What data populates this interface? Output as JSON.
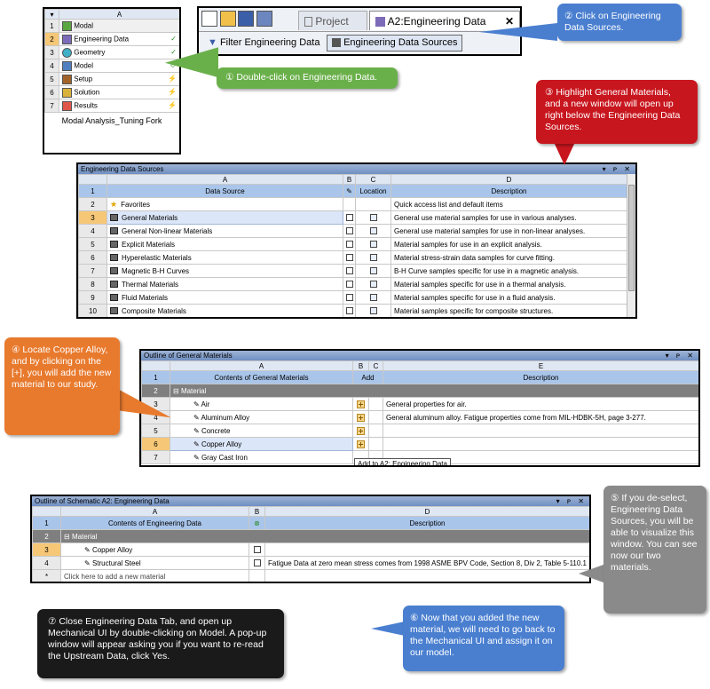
{
  "project_panel": {
    "col_header": "A",
    "rows": [
      {
        "num": "1",
        "label": "Modal",
        "status": ""
      },
      {
        "num": "2",
        "label": "Engineering Data",
        "status": "✓"
      },
      {
        "num": "3",
        "label": "Geometry",
        "status": "✓"
      },
      {
        "num": "4",
        "label": "Model",
        "status": "⟳"
      },
      {
        "num": "5",
        "label": "Setup",
        "status": "⚡"
      },
      {
        "num": "6",
        "label": "Solution",
        "status": "⚡"
      },
      {
        "num": "7",
        "label": "Results",
        "status": "⚡"
      }
    ],
    "caption": "Modal Analysis_Tuning Fork"
  },
  "toolbar": {
    "tab_project": "Project",
    "tab_active": "A2:Engineering Data",
    "close": "✕",
    "filter_label": "Filter Engineering Data",
    "sources_label": "Engineering Data Sources"
  },
  "eds_window": {
    "title": "Engineering Data Sources",
    "cols": [
      "A",
      "B",
      "C",
      "D"
    ],
    "header": {
      "a": "Data Source",
      "c": "Location",
      "d": "Description"
    },
    "rows": [
      {
        "num": "2",
        "a": "Favorites",
        "d": "Quick access list and default items",
        "star": true
      },
      {
        "num": "3",
        "a": "General Materials",
        "d": "General use material samples for use in various analyses."
      },
      {
        "num": "4",
        "a": "General Non-linear Materials",
        "d": "General use material samples for use in non-linear analyses."
      },
      {
        "num": "5",
        "a": "Explicit Materials",
        "d": "Material samples for use in an explicit analysis."
      },
      {
        "num": "6",
        "a": "Hyperelastic Materials",
        "d": "Material stress-strain data samples for curve fitting."
      },
      {
        "num": "7",
        "a": "Magnetic B-H Curves",
        "d": "B-H Curve samples specific for use in a magnetic analysis."
      },
      {
        "num": "8",
        "a": "Thermal Materials",
        "d": "Material samples specific for use in a thermal analysis."
      },
      {
        "num": "9",
        "a": "Fluid Materials",
        "d": "Material samples specific for use in a fluid analysis."
      },
      {
        "num": "10",
        "a": "Composite Materials",
        "d": "Material samples specific for composite structures."
      }
    ]
  },
  "outline_general": {
    "title": "Outline of General Materials",
    "cols": [
      "A",
      "B",
      "C",
      "E"
    ],
    "header": {
      "a": "Contents of General Materials",
      "b": "Add",
      "e": "Description"
    },
    "group": "Material",
    "rows": [
      {
        "num": "3",
        "a": "Air",
        "e": "General properties for air."
      },
      {
        "num": "4",
        "a": "Aluminum Alloy",
        "e": "General aluminum alloy. Fatigue properties come from MIL-HDBK-5H, page 3-277."
      },
      {
        "num": "5",
        "a": "Concrete",
        "e": ""
      },
      {
        "num": "6",
        "a": "Copper Alloy",
        "e": ""
      },
      {
        "num": "7",
        "a": "Gray Cast Iron",
        "e": ""
      }
    ],
    "tooltip": "Add to A2: Engineering Data"
  },
  "outline_schematic": {
    "title": "Outline of Schematic A2: Engineering Data",
    "cols": [
      "A",
      "B",
      "D"
    ],
    "header": {
      "a": "Contents of Engineering Data",
      "d": "Description"
    },
    "group": "Material",
    "rows": [
      {
        "num": "3",
        "a": "Copper Alloy",
        "d": ""
      },
      {
        "num": "4",
        "a": "Structural Steel",
        "d": "Fatigue Data at zero mean stress comes from 1998 ASME BPV Code, Section 8, Div 2, Table 5-110.1"
      }
    ],
    "add_row": {
      "num": "*",
      "a": "Click here to add a new material"
    }
  },
  "callouts": {
    "c1": "① Double-click on Engineering Data.",
    "c2": "② Click on Engineering Data Sources.",
    "c3": "③ Highlight General Materials, and a new window will open up right below the Engineering Data Sources.",
    "c4": "④ Locate Copper Alloy, and by clicking on the [+], you will add the new material to our study.",
    "c5": "⑤ If you de-select, Engineering Data Sources, you will be able to visualize this window. You can see now our two materials.",
    "c6": "⑥ Now that you added the new material, we will need to go back to the Mechanical UI and assign it on our model.",
    "c7": "⑦ Close Engineering Data Tab, and open up Mechanical UI by double-clicking on Model. A pop-up window will appear asking you if you want to re-read the Upstream Data, click Yes."
  },
  "colors": {
    "green": "#6ab04a",
    "blue": "#4a7fd0",
    "red": "#c8161e",
    "orange": "#e87a2e",
    "gray": "#8a8a8a",
    "black": "#1a1a1a"
  }
}
